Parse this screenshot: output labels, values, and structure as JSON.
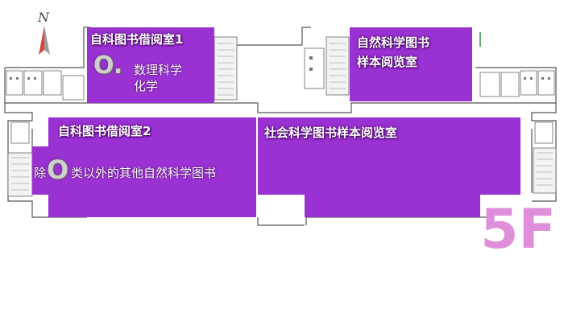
{
  "colors": {
    "room_fill": "#9a31d2",
    "wall": "#555555",
    "floor_label": "#df8fd9"
  },
  "compass": {
    "letter": "N"
  },
  "floor": {
    "label": "5F"
  },
  "rooms": {
    "natural_loan_1": {
      "title": "自科图书借阅室1",
      "class_letter": "O.",
      "lines": [
        "数理科学",
        "化学"
      ]
    },
    "natural_sample": {
      "title_lines": [
        "自然科学图书",
        "样本阅览室"
      ]
    },
    "natural_loan_2": {
      "title": "自科图书借阅室2",
      "prefix": "除",
      "class_letter": "O",
      "suffix": "类以外的其他自然科学图书"
    },
    "social_sample": {
      "title": "社会科学图书样本阅览室"
    }
  }
}
